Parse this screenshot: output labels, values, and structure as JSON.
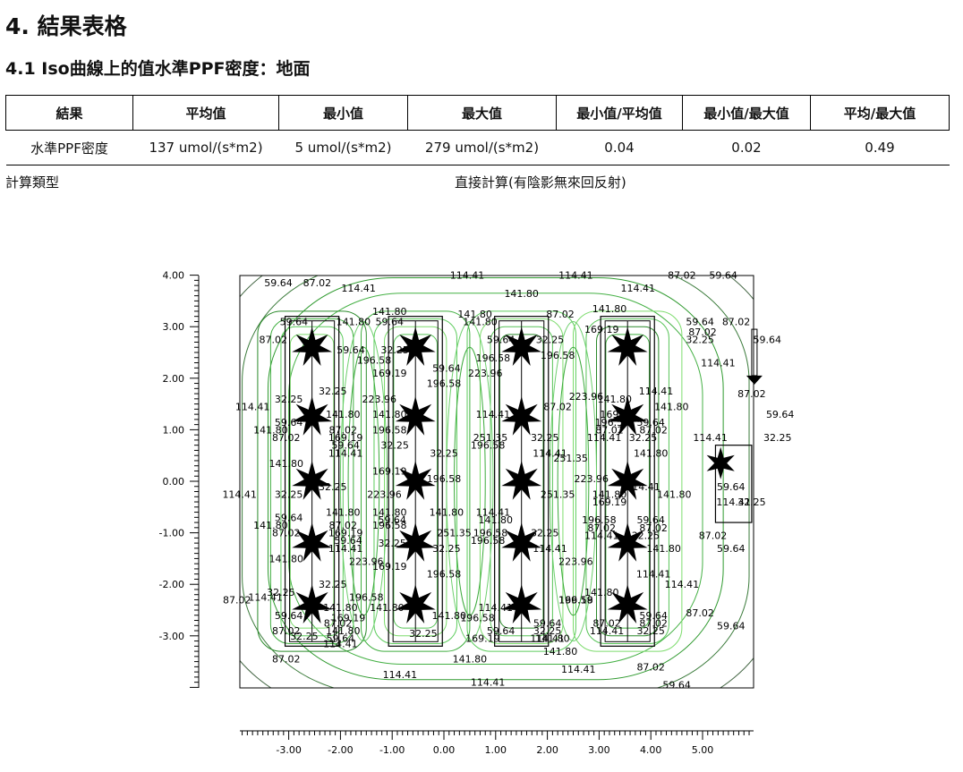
{
  "page": {
    "heading": "4. 結果表格",
    "subheading": "4.1 Iso曲線上的值水準PPF密度：地面"
  },
  "table": {
    "headers": [
      "結果",
      "平均值",
      "最小值",
      "最大值",
      "最小值/平均值",
      "最小值/最大值",
      "平均/最大值"
    ],
    "rows": [
      [
        "水準PPF密度",
        "137 umol/(s*m2)",
        "5 umol/(s*m2)",
        "279 umol/(s*m2)",
        "0.04",
        "0.02",
        "0.49"
      ]
    ]
  },
  "calc": {
    "label": "計算類型",
    "value": "直接計算(有陰影無來回反射)"
  },
  "plot": {
    "y_ticks": [
      "4.00",
      "3.00",
      "2.00",
      "1.00",
      "0.00",
      "-1.00",
      "-2.00",
      "-3.00"
    ],
    "x_ticks": [
      "-3.00",
      "-2.00",
      "-1.00",
      "0.00",
      "1.00",
      "2.00",
      "3.00",
      "4.00",
      "5.00"
    ],
    "contour_labels": [
      {
        "t": "59.64",
        "x": -3.2,
        "y": 3.85
      },
      {
        "t": "87.02",
        "x": -2.45,
        "y": 3.85
      },
      {
        "t": "114.41",
        "x": -1.65,
        "y": 3.75
      },
      {
        "t": "114.41",
        "x": 0.45,
        "y": 4.0
      },
      {
        "t": "114.41",
        "x": 2.55,
        "y": 4.0
      },
      {
        "t": "87.02",
        "x": 4.6,
        "y": 4.0
      },
      {
        "t": "59.64",
        "x": 5.4,
        "y": 4.0
      },
      {
        "t": "141.80",
        "x": 1.5,
        "y": 3.65
      },
      {
        "t": "114.41",
        "x": 3.75,
        "y": 3.75
      },
      {
        "t": "141.80",
        "x": -1.05,
        "y": 3.3
      },
      {
        "t": "141.80",
        "x": 0.6,
        "y": 3.25
      },
      {
        "t": "141.80",
        "x": 3.2,
        "y": 3.35
      },
      {
        "t": "87.02",
        "x": 2.25,
        "y": 3.25
      },
      {
        "t": "59.64",
        "x": -2.9,
        "y": 3.1
      },
      {
        "t": "141.80",
        "x": -1.75,
        "y": 3.1
      },
      {
        "t": "59.64",
        "x": -1.05,
        "y": 3.1
      },
      {
        "t": "141.80",
        "x": 0.7,
        "y": 3.1
      },
      {
        "t": "59.64",
        "x": 4.95,
        "y": 3.1
      },
      {
        "t": "87.02",
        "x": 5.65,
        "y": 3.1
      },
      {
        "t": "87.02",
        "x": -3.3,
        "y": 2.75
      },
      {
        "t": "169.19",
        "x": 3.05,
        "y": 2.95
      },
      {
        "t": "87.02",
        "x": 5.0,
        "y": 2.9
      },
      {
        "t": "59.64",
        "x": 6.25,
        "y": 2.75
      },
      {
        "t": "32.25",
        "x": 4.95,
        "y": 2.75
      },
      {
        "t": "59.64",
        "x": -1.8,
        "y": 2.55
      },
      {
        "t": "32.25",
        "x": -0.95,
        "y": 2.55
      },
      {
        "t": "59.64",
        "x": 1.1,
        "y": 2.75
      },
      {
        "t": "32.25",
        "x": 2.05,
        "y": 2.75
      },
      {
        "t": "196.58",
        "x": -1.35,
        "y": 2.35
      },
      {
        "t": "196.58",
        "x": 0.95,
        "y": 2.4
      },
      {
        "t": "196.58",
        "x": 2.2,
        "y": 2.45
      },
      {
        "t": "114.41",
        "x": 5.3,
        "y": 2.3
      },
      {
        "t": "169.19",
        "x": -1.05,
        "y": 2.1
      },
      {
        "t": "59.64",
        "x": 0.05,
        "y": 2.2
      },
      {
        "t": "223.96",
        "x": 0.8,
        "y": 2.1
      },
      {
        "t": "196.58",
        "x": 0.0,
        "y": 1.9
      },
      {
        "t": "32.25",
        "x": -2.15,
        "y": 1.75
      },
      {
        "t": "114.41",
        "x": 4.1,
        "y": 1.75
      },
      {
        "t": "87.02",
        "x": 5.95,
        "y": 1.7
      },
      {
        "t": "223.96",
        "x": -1.25,
        "y": 1.6
      },
      {
        "t": "223.96",
        "x": 2.75,
        "y": 1.65
      },
      {
        "t": "141.80",
        "x": 3.3,
        "y": 1.6
      },
      {
        "t": "32.25",
        "x": -3.0,
        "y": 1.6
      },
      {
        "t": "114.41",
        "x": -3.7,
        "y": 1.45
      },
      {
        "t": "87.02",
        "x": 2.2,
        "y": 1.45
      },
      {
        "t": "141.80",
        "x": 4.4,
        "y": 1.45
      },
      {
        "t": "141.80",
        "x": -1.95,
        "y": 1.3
      },
      {
        "t": "141.80",
        "x": -1.05,
        "y": 1.3
      },
      {
        "t": "169.19",
        "x": 3.35,
        "y": 1.3
      },
      {
        "t": "59.64",
        "x": 6.5,
        "y": 1.3
      },
      {
        "t": "59.64",
        "x": -3.0,
        "y": 1.15
      },
      {
        "t": "114.41",
        "x": 0.95,
        "y": 1.3
      },
      {
        "t": "196.58",
        "x": 3.25,
        "y": 1.15
      },
      {
        "t": "59.64",
        "x": 4.0,
        "y": 1.15
      },
      {
        "t": "141.80",
        "x": -3.35,
        "y": 1.0
      },
      {
        "t": "87.02",
        "x": -1.95,
        "y": 1.0
      },
      {
        "t": "196.58",
        "x": -1.05,
        "y": 1.0
      },
      {
        "t": "87.02",
        "x": 3.2,
        "y": 1.0
      },
      {
        "t": "87.02",
        "x": 4.05,
        "y": 1.0
      },
      {
        "t": "114.41",
        "x": 5.15,
        "y": 0.85
      },
      {
        "t": "32.25",
        "x": 6.45,
        "y": 0.85
      },
      {
        "t": "87.02",
        "x": -3.05,
        "y": 0.85
      },
      {
        "t": "169.19",
        "x": -1.9,
        "y": 0.85
      },
      {
        "t": "251.35",
        "x": 0.9,
        "y": 0.85
      },
      {
        "t": "32.25",
        "x": 1.95,
        "y": 0.85
      },
      {
        "t": "114.41",
        "x": 3.1,
        "y": 0.85
      },
      {
        "t": "32.25",
        "x": 3.85,
        "y": 0.85
      },
      {
        "t": "59.64",
        "x": -1.9,
        "y": 0.7
      },
      {
        "t": "196.58",
        "x": 0.85,
        "y": 0.7
      },
      {
        "t": "32.25",
        "x": -0.95,
        "y": 0.7
      },
      {
        "t": "114.41",
        "x": -1.9,
        "y": 0.55
      },
      {
        "t": "32.25",
        "x": 0.0,
        "y": 0.55
      },
      {
        "t": "114.41",
        "x": 2.05,
        "y": 0.55
      },
      {
        "t": "251.35",
        "x": 2.45,
        "y": 0.45
      },
      {
        "t": "141.80",
        "x": 4.0,
        "y": 0.55
      },
      {
        "t": "141.80",
        "x": -3.05,
        "y": 0.35
      },
      {
        "t": "169.19",
        "x": -1.05,
        "y": 0.2
      },
      {
        "t": "196.58",
        "x": 0.0,
        "y": 0.05
      },
      {
        "t": "223.96",
        "x": 2.85,
        "y": 0.05
      },
      {
        "t": "32.25",
        "x": -2.15,
        "y": -0.1
      },
      {
        "t": "114.41",
        "x": 3.85,
        "y": -0.1
      },
      {
        "t": "59.64",
        "x": 5.55,
        "y": -0.1
      },
      {
        "t": "114.41",
        "x": -3.95,
        "y": -0.25
      },
      {
        "t": "32.25",
        "x": -3.0,
        "y": -0.25
      },
      {
        "t": "223.96",
        "x": -1.15,
        "y": -0.25
      },
      {
        "t": "251.35",
        "x": 2.2,
        "y": -0.25
      },
      {
        "t": "141.80",
        "x": 4.45,
        "y": -0.25
      },
      {
        "t": "141.80",
        "x": 3.2,
        "y": -0.25
      },
      {
        "t": "114.41",
        "x": 5.6,
        "y": -0.4
      },
      {
        "t": "32.25",
        "x": 5.95,
        "y": -0.4
      },
      {
        "t": "169.19",
        "x": 3.2,
        "y": -0.4
      },
      {
        "t": "141.80",
        "x": -1.95,
        "y": -0.6
      },
      {
        "t": "141.80",
        "x": -1.05,
        "y": -0.6
      },
      {
        "t": "141.80",
        "x": 0.05,
        "y": -0.6
      },
      {
        "t": "114.41",
        "x": 0.95,
        "y": -0.6
      },
      {
        "t": "59.64",
        "x": -3.0,
        "y": -0.7
      },
      {
        "t": "59.64",
        "x": -1.0,
        "y": -0.75
      },
      {
        "t": "141.80",
        "x": 1.0,
        "y": -0.75
      },
      {
        "t": "196.58",
        "x": 3.0,
        "y": -0.75
      },
      {
        "t": "59.64",
        "x": 4.0,
        "y": -0.75
      },
      {
        "t": "141.80",
        "x": -3.35,
        "y": -0.85
      },
      {
        "t": "87.02",
        "x": -1.95,
        "y": -0.85
      },
      {
        "t": "196.58",
        "x": -1.05,
        "y": -0.85
      },
      {
        "t": "87.02",
        "x": 3.05,
        "y": -0.9
      },
      {
        "t": "87.02",
        "x": 4.05,
        "y": -0.9
      },
      {
        "t": "87.02",
        "x": -3.05,
        "y": -1.0
      },
      {
        "t": "169.19",
        "x": -1.9,
        "y": -1.0
      },
      {
        "t": "251.35",
        "x": 0.2,
        "y": -1.0
      },
      {
        "t": "196.58",
        "x": 0.9,
        "y": -1.0
      },
      {
        "t": "32.25",
        "x": 1.95,
        "y": -1.0
      },
      {
        "t": "114.41",
        "x": 3.05,
        "y": -1.05
      },
      {
        "t": "32.25",
        "x": 3.9,
        "y": -1.05
      },
      {
        "t": "87.02",
        "x": 5.2,
        "y": -1.05
      },
      {
        "t": "59.64",
        "x": -1.85,
        "y": -1.15
      },
      {
        "t": "196.58",
        "x": 0.85,
        "y": -1.15
      },
      {
        "t": "32.25",
        "x": -1.0,
        "y": -1.2
      },
      {
        "t": "114.41",
        "x": -1.9,
        "y": -1.3
      },
      {
        "t": "32.25",
        "x": 0.05,
        "y": -1.3
      },
      {
        "t": "114.41",
        "x": 2.05,
        "y": -1.3
      },
      {
        "t": "141.80",
        "x": 4.25,
        "y": -1.3
      },
      {
        "t": "59.64",
        "x": 5.55,
        "y": -1.3
      },
      {
        "t": "141.80",
        "x": -3.05,
        "y": -1.5
      },
      {
        "t": "223.96",
        "x": -1.5,
        "y": -1.55
      },
      {
        "t": "223.96",
        "x": 2.55,
        "y": -1.55
      },
      {
        "t": "169.19",
        "x": -1.05,
        "y": -1.65
      },
      {
        "t": "196.58",
        "x": 0.0,
        "y": -1.8
      },
      {
        "t": "114.41",
        "x": 4.05,
        "y": -1.8
      },
      {
        "t": "32.25",
        "x": -2.15,
        "y": -2.0
      },
      {
        "t": "114.41",
        "x": 4.6,
        "y": -2.0
      },
      {
        "t": "32.25",
        "x": -3.15,
        "y": -2.15
      },
      {
        "t": "141.80",
        "x": 3.05,
        "y": -2.15
      },
      {
        "t": "87.02",
        "x": -4.0,
        "y": -2.3
      },
      {
        "t": "114.41",
        "x": -3.45,
        "y": -2.25
      },
      {
        "t": "196.58",
        "x": -1.5,
        "y": -2.25
      },
      {
        "t": "169.19",
        "x": 2.55,
        "y": -2.3
      },
      {
        "t": "196.58",
        "x": 2.55,
        "y": -2.3
      },
      {
        "t": "141.80",
        "x": -2.0,
        "y": -2.45
      },
      {
        "t": "141.80",
        "x": -1.1,
        "y": -2.45
      },
      {
        "t": "114.41",
        "x": 1.0,
        "y": -2.45
      },
      {
        "t": "87.02",
        "x": 4.95,
        "y": -2.55
      },
      {
        "t": "59.64",
        "x": -3.0,
        "y": -2.6
      },
      {
        "t": "169.19",
        "x": -1.85,
        "y": -2.65
      },
      {
        "t": "141.80",
        "x": 0.1,
        "y": -2.6
      },
      {
        "t": "196.58",
        "x": 0.65,
        "y": -2.65
      },
      {
        "t": "59.64",
        "x": 4.05,
        "y": -2.6
      },
      {
        "t": "59.64",
        "x": 5.55,
        "y": -2.8
      },
      {
        "t": "87.02",
        "x": -2.05,
        "y": -2.75
      },
      {
        "t": "59.64",
        "x": 2.0,
        "y": -2.75
      },
      {
        "t": "87.02",
        "x": 3.15,
        "y": -2.75
      },
      {
        "t": "87.02",
        "x": 4.05,
        "y": -2.75
      },
      {
        "t": "87.02",
        "x": -3.05,
        "y": -2.9
      },
      {
        "t": "141.80",
        "x": -1.95,
        "y": -2.9
      },
      {
        "t": "32.25",
        "x": -0.4,
        "y": -2.95
      },
      {
        "t": "59.64",
        "x": 1.1,
        "y": -2.9
      },
      {
        "t": "32.25",
        "x": 2.0,
        "y": -2.9
      },
      {
        "t": "114.41",
        "x": 3.15,
        "y": -2.9
      },
      {
        "t": "32.25",
        "x": 4.0,
        "y": -2.9
      },
      {
        "t": "32.25",
        "x": -2.7,
        "y": -3.0
      },
      {
        "t": "59.64",
        "x": -2.0,
        "y": -3.05
      },
      {
        "t": "169.19",
        "x": 0.75,
        "y": -3.05
      },
      {
        "t": "114.41",
        "x": 2.0,
        "y": -3.05
      },
      {
        "t": "141.80",
        "x": 2.1,
        "y": -3.05
      },
      {
        "t": "114.41",
        "x": -2.0,
        "y": -3.15
      },
      {
        "t": "141.80",
        "x": 2.25,
        "y": -3.3
      },
      {
        "t": "87.02",
        "x": -3.05,
        "y": -3.45
      },
      {
        "t": "141.80",
        "x": 0.5,
        "y": -3.45
      },
      {
        "t": "114.41",
        "x": 2.6,
        "y": -3.65
      },
      {
        "t": "87.02",
        "x": 4.0,
        "y": -3.6
      },
      {
        "t": "114.41",
        "x": -0.85,
        "y": -3.75
      },
      {
        "t": "114.41",
        "x": 0.85,
        "y": -3.9
      },
      {
        "t": "59.64",
        "x": 4.5,
        "y": -3.95
      }
    ]
  }
}
